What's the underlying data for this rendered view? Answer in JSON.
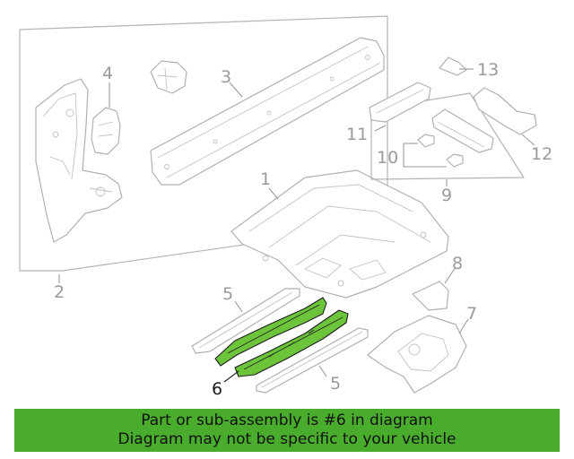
{
  "diagram": {
    "callouts": [
      {
        "id": "1",
        "label": "1"
      },
      {
        "id": "2",
        "label": "2"
      },
      {
        "id": "3",
        "label": "3"
      },
      {
        "id": "4",
        "label": "4"
      },
      {
        "id": "5a",
        "label": "5"
      },
      {
        "id": "5b",
        "label": "5"
      },
      {
        "id": "6",
        "label": "6",
        "highlighted": true
      },
      {
        "id": "7",
        "label": "7"
      },
      {
        "id": "8",
        "label": "8"
      },
      {
        "id": "9",
        "label": "9"
      },
      {
        "id": "10",
        "label": "10"
      },
      {
        "id": "11",
        "label": "11"
      },
      {
        "id": "12",
        "label": "12"
      },
      {
        "id": "13",
        "label": "13"
      }
    ],
    "colors": {
      "highlight": "#6cc43a",
      "banner": "#4aac2c",
      "line": "#b4b4b4"
    }
  },
  "banner": {
    "line1": "Part or sub-assembly is #6 in diagram",
    "line2": "Diagram may not be specific to your vehicle"
  }
}
